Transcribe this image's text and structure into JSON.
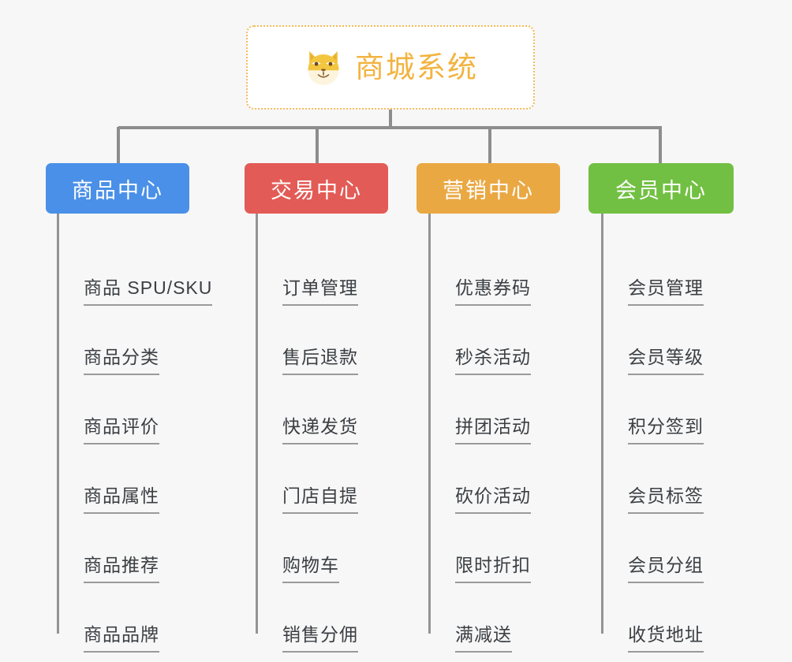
{
  "background_color": "#f7f7f7",
  "root": {
    "title": "商城系统",
    "icon": "shiba-dog-face-icon",
    "text_color": "#f2b33f",
    "border_color": "#f3ba5a",
    "fill_color": "#ffffff"
  },
  "connector": {
    "color": "#8d8d8d"
  },
  "categories": [
    {
      "label": "商品中心",
      "color": "#4a90e8",
      "items": [
        "商品 SPU/SKU",
        "商品分类",
        "商品评价",
        "商品属性",
        "商品推荐",
        "商品品牌"
      ]
    },
    {
      "label": "交易中心",
      "color": "#e35b56",
      "items": [
        "订单管理",
        "售后退款",
        "快递发货",
        "门店自提",
        "购物车",
        "销售分佣"
      ]
    },
    {
      "label": "营销中心",
      "color": "#eaa843",
      "items": [
        "优惠券码",
        "秒杀活动",
        "拼团活动",
        "砍价活动",
        "限时折扣",
        "满减送"
      ]
    },
    {
      "label": "会员中心",
      "color": "#72c043",
      "items": [
        "会员管理",
        "会员等级",
        "积分签到",
        "会员标签",
        "会员分组",
        "收货地址"
      ]
    }
  ]
}
